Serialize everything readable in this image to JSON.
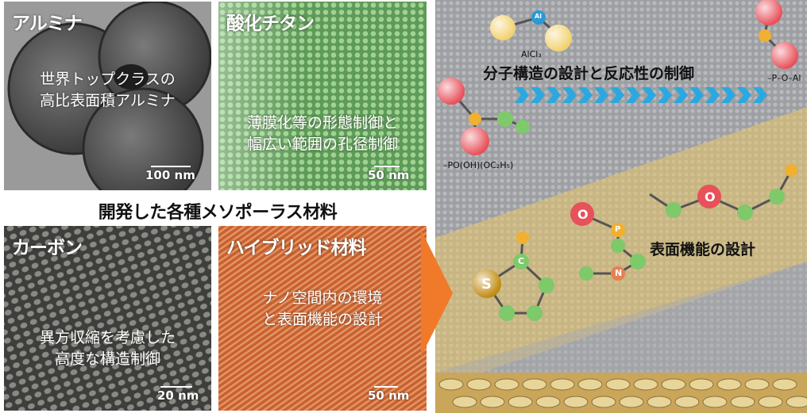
{
  "materials": {
    "alumina": {
      "title": "アルミナ",
      "caption": [
        "世界トップクラスの",
        "高比表面積アルミナ"
      ],
      "scale": "100 nm"
    },
    "titania": {
      "title": "酸化チタン",
      "caption": [
        "薄膜化等の形態制御と",
        "幅広い範囲の孔径制御"
      ],
      "scale": "50 nm"
    },
    "carbon": {
      "title": "カーボン",
      "caption": [
        "異方収縮を考慮した",
        "高度な構造制御"
      ],
      "scale": "20 nm"
    },
    "hybrid": {
      "title": "ハイブリッド材料",
      "caption": [
        "ナノ空間内の環境",
        "と表面機能の設計"
      ],
      "scale": "50 nm"
    }
  },
  "center_label": "開発した各種メソポーラス材料",
  "diagram": {
    "heading_top": "分子構造の設計と反応性の制御",
    "heading_surface": "表面機能の設計",
    "formula_alcl3": "AlCl₃",
    "formula_phosphonate": "–PO(OH)(OC₂H₅)",
    "formula_poal": "–P–O–Al",
    "atoms": {
      "sulfur": "S",
      "oxygen": "O",
      "carbon": "C",
      "nitrogen": "N",
      "phosphorus": "P",
      "aluminum": "Al"
    }
  },
  "colors": {
    "arrow": "#f07a2a",
    "chevrons": "#2aa8e0",
    "band": "#e9c66a"
  }
}
